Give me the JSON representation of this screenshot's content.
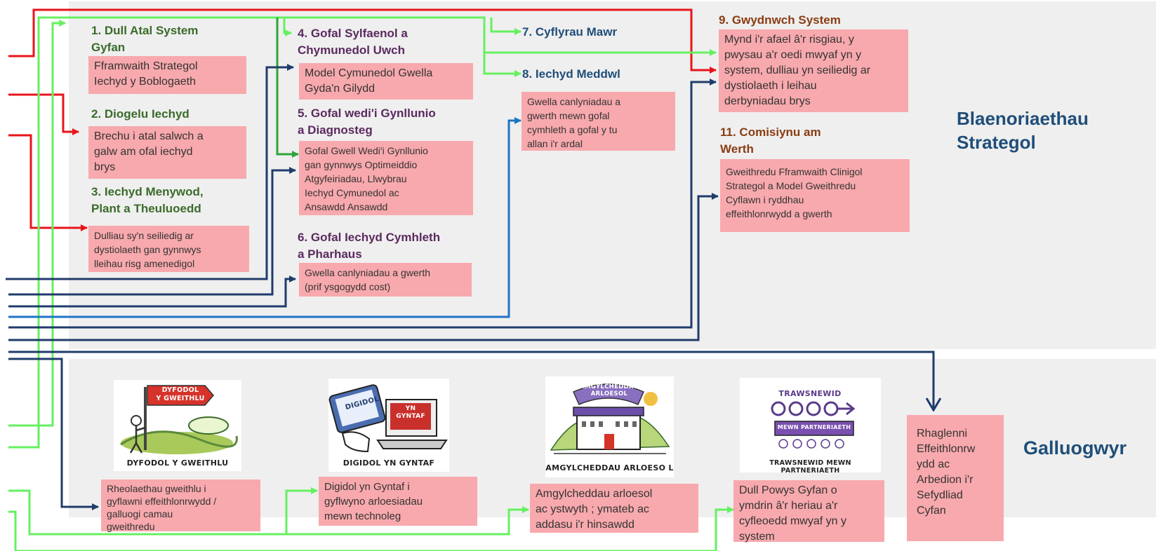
{
  "priorities": {
    "item1": {
      "heading": "1.  Dull Atal System\nGyfan",
      "body": "Fframwaith Strategol\nIechyd y Boblogaeth"
    },
    "item2": {
      "heading": "2.  Diogelu Iechyd",
      "body": "Brechu i atal salwch a\ngalw am ofal iechyd\nbrys"
    },
    "item3": {
      "heading": "3.  Iechyd Menywod,\nPlant a Theuluoedd",
      "body": "Dulliau sy'n seiliedig ar\ndystiolaeth gan gynnwys\nlleihau risg amenedigol"
    },
    "item4": {
      "heading": "4.  Gofal Sylfaenol a\nChymunedol Uwch",
      "body": "Model Cymunedol Gwella\nGyda'n Gilydd"
    },
    "item5": {
      "heading": "5.   Gofal wedi'i Gynllunio\na Diagnosteg",
      "body": "Gofal Gwell Wedi'i Gynllunio\ngan gynnwys Optimeiddio\nAtgyfeiriadau, Llwybrau\nIechyd Cymunedol ac\nAnsawdd Ansawdd"
    },
    "item6": {
      "heading": "6.  Gofal Iechyd Cymhleth\na Pharhaus",
      "body": "Gwella canlyniadau a gwerth\n(prif ysgogydd cost)"
    },
    "item7": {
      "heading": "7.  Cyflyrau Mawr"
    },
    "item8": {
      "heading": "8.    Iechyd Meddwl",
      "body": "Gwella canlyniadau a\ngwerth mewn gofal\ncymhleth a gofal y tu\nallan i'r ardal"
    },
    "item9": {
      "heading": "9. Gwydnwch System",
      "body": "Mynd i'r afael â'r risgiau, y\npwysau a'r oedi mwyaf yn y\nsystem, dulliau yn seiliedig ar\ndystiolaeth i leihau\nderbyniadau brys"
    },
    "item11": {
      "heading": "11.  Comisiynu am\nWerth",
      "body": "Gweithredu Fframwaith Clinigol\nStrategol a Model Gweithredu\nCyflawn i ryddhau\neffeithlonrwydd a gwerth"
    }
  },
  "section_titles": {
    "strategic": "Blaenoriaethau\nStrategol",
    "enablers": "Galluogwyr"
  },
  "enablers": [
    {
      "icon_name": "future-workforce-signpost-icon",
      "icon_caption": "DYFODOL Y GWEITHLU",
      "sign_text": "DYFODOL\nY GWEITHLU",
      "body": "Rheolaethau gweithlu i\ngyflawni effeithlonrwydd /\ngalluogi camau\ngweithredu"
    },
    {
      "icon_name": "digital-first-tablet-icon",
      "icon_caption": "DIGIDOL YN GYNTAF",
      "sign_text": "DIGIDOL",
      "sign_text2": "YN\nGYNTAF",
      "body": "Digidol yn Gyntaf i\ngyflwyno arloesiadau\nmewn technoleg"
    },
    {
      "icon_name": "innovative-environments-building-icon",
      "icon_caption": "AMGYLCHEDDAU ARLOESO L",
      "sign_text": "AMGYLCHEDDAU\nARLOESOL",
      "body": "Amgylcheddau arloesol\nac ystwyth ; ymateb ac\naddasu i'r hinsawdd"
    },
    {
      "icon_name": "partnership-transformation-people-icon",
      "icon_caption": "TRAWSNEWID MEWN PARTNERIAETH",
      "sign_text": "TRAWSNEWID",
      "sign_text2": "MEWN PARTNERIAETH",
      "body": "Dull Powys Gyfan o\nymdrin â'r heriau a'r\ncyfleoedd mwyaf yn y\nsystem"
    }
  ],
  "efficiency_box": "Rhaglenni\nEffeithlonrw\nydd ac\nArbedion i'r\nSefydliad\nCyfan",
  "colors": {
    "red": "#e8141b",
    "green": "#66f060",
    "dark_green": "#2ea43a",
    "navy": "#1f3c6b",
    "blue": "#1f74c4",
    "pink": "#f8a9ad",
    "panel": "#efefef"
  }
}
